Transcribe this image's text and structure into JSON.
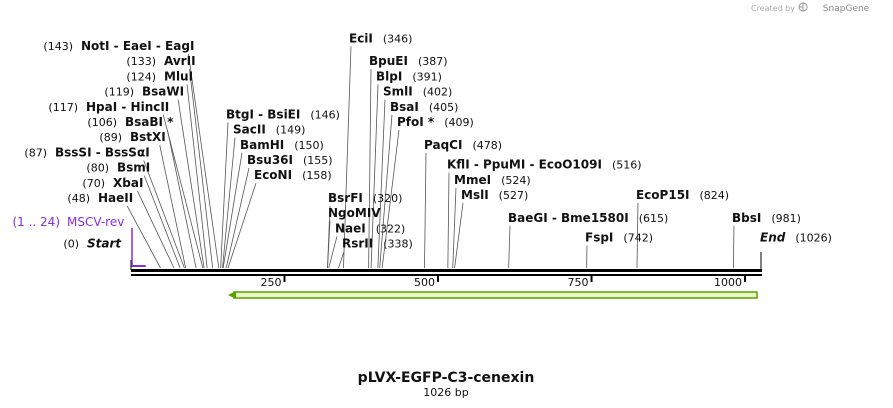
{
  "credit": {
    "prefix": "Created by",
    "brand": "SnapGene"
  },
  "title": "pLVX-EGFP-C3-cenexin",
  "length_label": "1026 bp",
  "sequence_length": 1026,
  "ruler_ticks": [
    {
      "value": 250,
      "label": "250"
    },
    {
      "value": 500,
      "label": "500"
    },
    {
      "value": 750,
      "label": "750"
    },
    {
      "value": 1000,
      "label": "1000"
    }
  ],
  "feature_label": {
    "name": "MSCV-rev",
    "range": "(1 .. 24)",
    "color": "#8a2be2"
  },
  "orf_color": "#5aa000",
  "orf_fill": "#e9f7c8",
  "labels": [
    {
      "pos_text": "(0)",
      "pos": 0,
      "names": "Start",
      "italic": true
    },
    {
      "pos_text": "(48)",
      "pos": 48,
      "names": "HaeII"
    },
    {
      "pos_text": "(70)",
      "pos": 70,
      "names": "XbaI"
    },
    {
      "pos_text": "(80)",
      "pos": 80,
      "names": "BsmI"
    },
    {
      "pos_text": "(87)",
      "pos": 87,
      "names": "BssSI  -  BssSαI"
    },
    {
      "pos_text": "(89)",
      "pos": 89,
      "names": "BstXI"
    },
    {
      "pos_text": "(106)",
      "pos": 106,
      "names": "BsaBI *"
    },
    {
      "pos_text": "(117)",
      "pos": 117,
      "names": "HpaI  -  HincII"
    },
    {
      "pos_text": "(119)",
      "pos": 119,
      "names": "BsaWI"
    },
    {
      "pos_text": "(124)",
      "pos": 124,
      "names": "MluI"
    },
    {
      "pos_text": "(133)",
      "pos": 133,
      "names": "AvrII"
    },
    {
      "pos_text": "(143)",
      "pos": 143,
      "names": "NotI  -  EaeI  -  EagI"
    },
    {
      "pos_text": "(146)",
      "pos": 146,
      "names": "BtgI  -  BsiEI"
    },
    {
      "pos_text": "(149)",
      "pos": 149,
      "names": "SacII"
    },
    {
      "pos_text": "(150)",
      "pos": 150,
      "names": "BamHI"
    },
    {
      "pos_text": "(155)",
      "pos": 155,
      "names": "Bsu36I"
    },
    {
      "pos_text": "(158)",
      "pos": 158,
      "names": "EcoNI"
    },
    {
      "pos_text": "(320)",
      "pos": 320,
      "names": "BsrFI"
    },
    {
      "pos_text": "",
      "pos": 320,
      "names": "NgoMIV"
    },
    {
      "pos_text": "(322)",
      "pos": 322,
      "names": "NaeI"
    },
    {
      "pos_text": "(338)",
      "pos": 338,
      "names": "RsrII"
    },
    {
      "pos_text": "(346)",
      "pos": 346,
      "names": "EciI"
    },
    {
      "pos_text": "(387)",
      "pos": 387,
      "names": "BpuEI"
    },
    {
      "pos_text": "(391)",
      "pos": 391,
      "names": "BlpI"
    },
    {
      "pos_text": "(402)",
      "pos": 402,
      "names": "SmlI"
    },
    {
      "pos_text": "(405)",
      "pos": 405,
      "names": "BsaI"
    },
    {
      "pos_text": "(409)",
      "pos": 409,
      "names": "PfoI *"
    },
    {
      "pos_text": "(478)",
      "pos": 478,
      "names": "PaqCI"
    },
    {
      "pos_text": "(516)",
      "pos": 516,
      "names": "KflI  -  PpuMI  -  EcoO109I"
    },
    {
      "pos_text": "(524)",
      "pos": 524,
      "names": "MmeI"
    },
    {
      "pos_text": "(527)",
      "pos": 527,
      "names": "MslI"
    },
    {
      "pos_text": "(615)",
      "pos": 615,
      "names": "BaeGI  -  Bme1580I"
    },
    {
      "pos_text": "(742)",
      "pos": 742,
      "names": "FspI"
    },
    {
      "pos_text": "(824)",
      "pos": 824,
      "names": "EcoP15I"
    },
    {
      "pos_text": "(981)",
      "pos": 981,
      "names": "BbsI"
    },
    {
      "pos_text": "(1026)",
      "pos": 1026,
      "names": "End",
      "italic": true
    }
  ]
}
